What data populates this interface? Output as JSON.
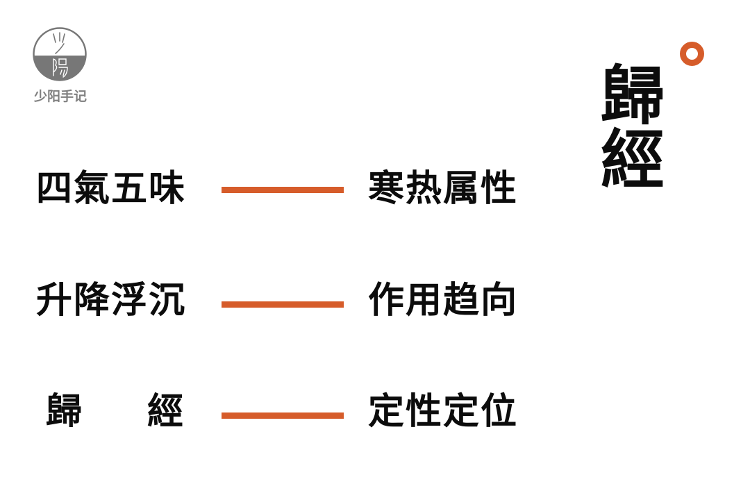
{
  "brand": {
    "logo_top_glyph": "少",
    "logo_bottom_glyph": "陽",
    "caption": "少阳手记",
    "logo_gray": "#777777"
  },
  "title": {
    "line1": "歸",
    "line2": "經",
    "ring_color": "#d65c2a"
  },
  "rows": [
    {
      "term": "四氣五味",
      "meaning": "寒热属性"
    },
    {
      "term": "升降浮沉",
      "meaning": "作用趋向"
    },
    {
      "term_chars": [
        "歸",
        "經"
      ],
      "meaning": "定性定位"
    }
  ],
  "colors": {
    "accent": "#d65c2a",
    "text": "#0c0c0c",
    "background": "#ffffff"
  }
}
